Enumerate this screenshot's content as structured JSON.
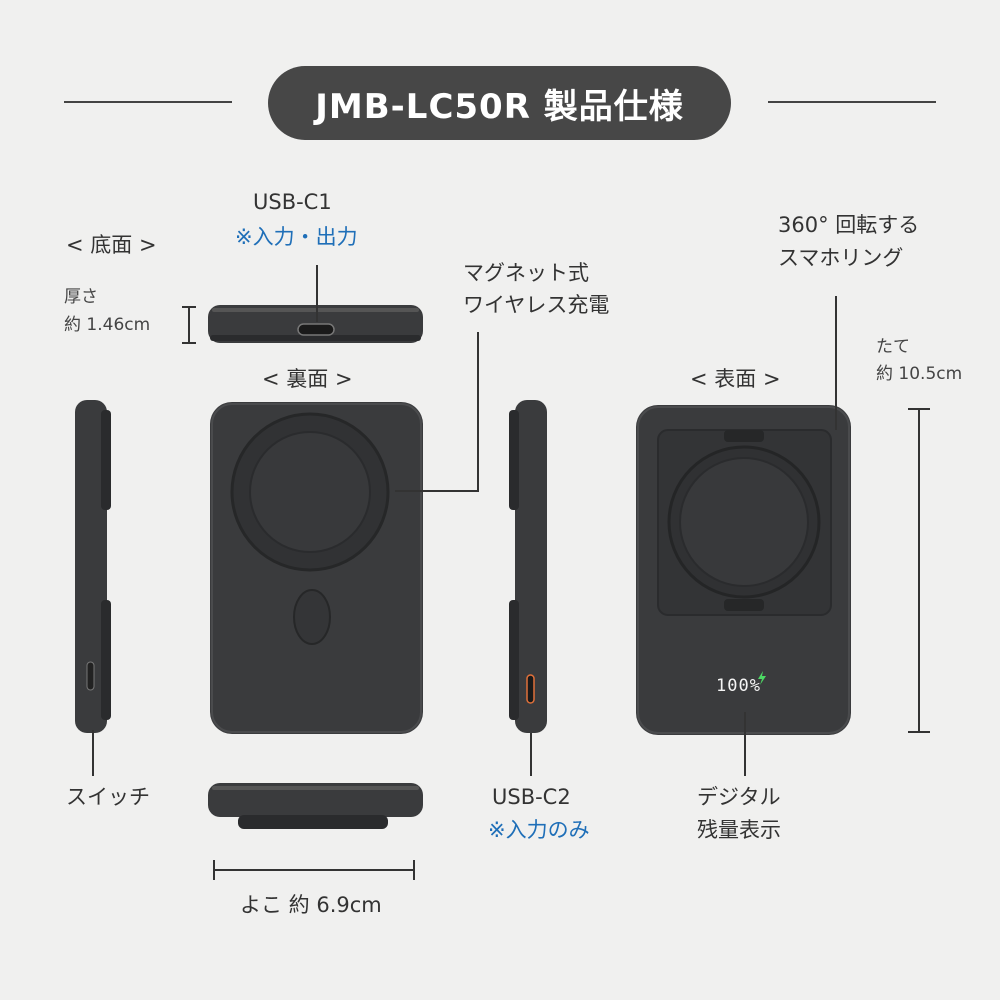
{
  "title": "JMB-LC50R 製品仕様",
  "labels": {
    "bottom_view": "< 底面 >",
    "back_view": "< 裏面 >",
    "front_view": "< 表面 >",
    "thickness_line1": "厚さ",
    "thickness_line2": "約 1.46cm",
    "height_line1": "たて",
    "height_line2": "約 10.5cm",
    "width": "よこ 約 6.9cm",
    "usb_c1": "USB-C1",
    "usb_c1_note": "※入力・出力",
    "usb_c2": "USB-C2",
    "usb_c2_note": "※入力のみ",
    "magnet_line1": "マグネット式",
    "magnet_line2": "ワイヤレス充電",
    "ring_line1": "360° 回転する",
    "ring_line2": "スマホリング",
    "switch": "スイッチ",
    "display_line1": "デジタル",
    "display_line2": "残量表示",
    "battery_readout": "100%"
  },
  "colors": {
    "device": "#3a3b3d",
    "device_dark": "#2a2b2d",
    "accent_blue": "#1f6fb8",
    "title_bg": "#474747",
    "led_green": "#4cd964",
    "port_orange": "#e0703a"
  }
}
